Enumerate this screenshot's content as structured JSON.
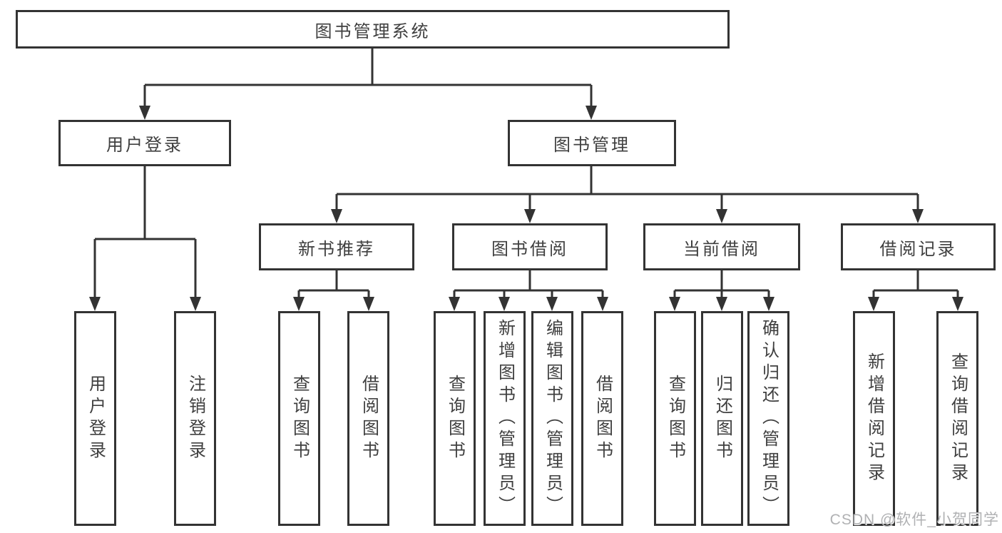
{
  "diagram": {
    "type": "hierarchy-diagram",
    "tree": {
      "label": "图书管理系统",
      "children": [
        {
          "label": "用户登录",
          "children": [
            {
              "label": "用户登录"
            },
            {
              "label": "注销登录"
            }
          ]
        },
        {
          "label": "图书管理",
          "children": [
            {
              "label": "新书推荐",
              "children": [
                {
                  "label": "查询图书"
                },
                {
                  "label": "借阅图书"
                }
              ]
            },
            {
              "label": "图书借阅",
              "children": [
                {
                  "label": "查询图书"
                },
                {
                  "label": "新增图书（管理员）"
                },
                {
                  "label": "编辑图书（管理员）"
                },
                {
                  "label": "借阅图书"
                }
              ]
            },
            {
              "label": "当前借阅",
              "children": [
                {
                  "label": "查询图书"
                },
                {
                  "label": "归还图书"
                },
                {
                  "label": "确认归还（管理员）"
                }
              ]
            },
            {
              "label": "借阅记录",
              "children": [
                {
                  "label": "新增借阅记录"
                },
                {
                  "label": "查询借阅记录"
                }
              ]
            }
          ]
        }
      ]
    },
    "watermark": "CSDN @软件_小贺同学",
    "colors": {
      "line": "#333333",
      "box_border": "#333333",
      "box_background": "#ffffff",
      "label_text": "#3f3f3f",
      "watermark_text": "#b0b1b3"
    }
  }
}
